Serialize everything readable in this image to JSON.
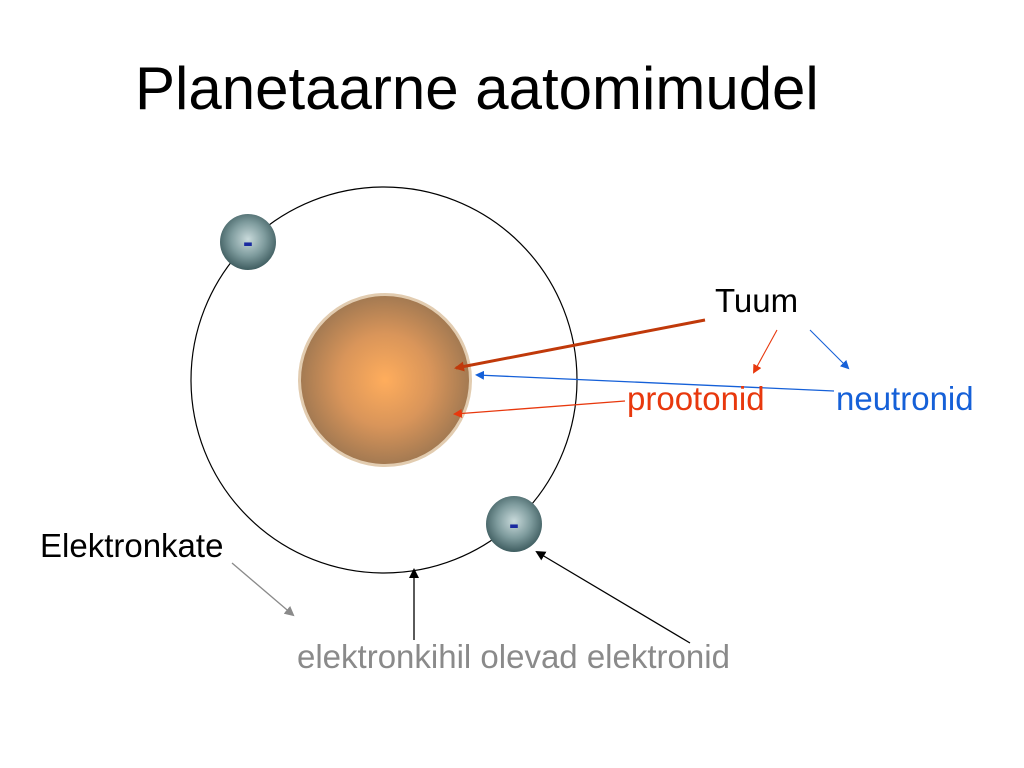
{
  "slide": {
    "title": "Planetaarne aatomimudel"
  },
  "labels": {
    "nucleus": "Tuum",
    "protons": "prootonid",
    "neutrons": "neutronid",
    "electron_shell": "Elektronkate",
    "shell_electrons": "elektronkihil olevad elektronid"
  },
  "electrons": [
    {
      "symbol": "-"
    },
    {
      "symbol": "-"
    }
  ],
  "colors": {
    "protons": "#e8380d",
    "neutrons": "#1560d8",
    "nucleus_arrow": "#c0390a",
    "gray_text": "#8a8a8a",
    "nucleus_fill": "#c98a4e",
    "electron_fill": "#4f6f72",
    "electron_sign": "#1a2aa0"
  }
}
